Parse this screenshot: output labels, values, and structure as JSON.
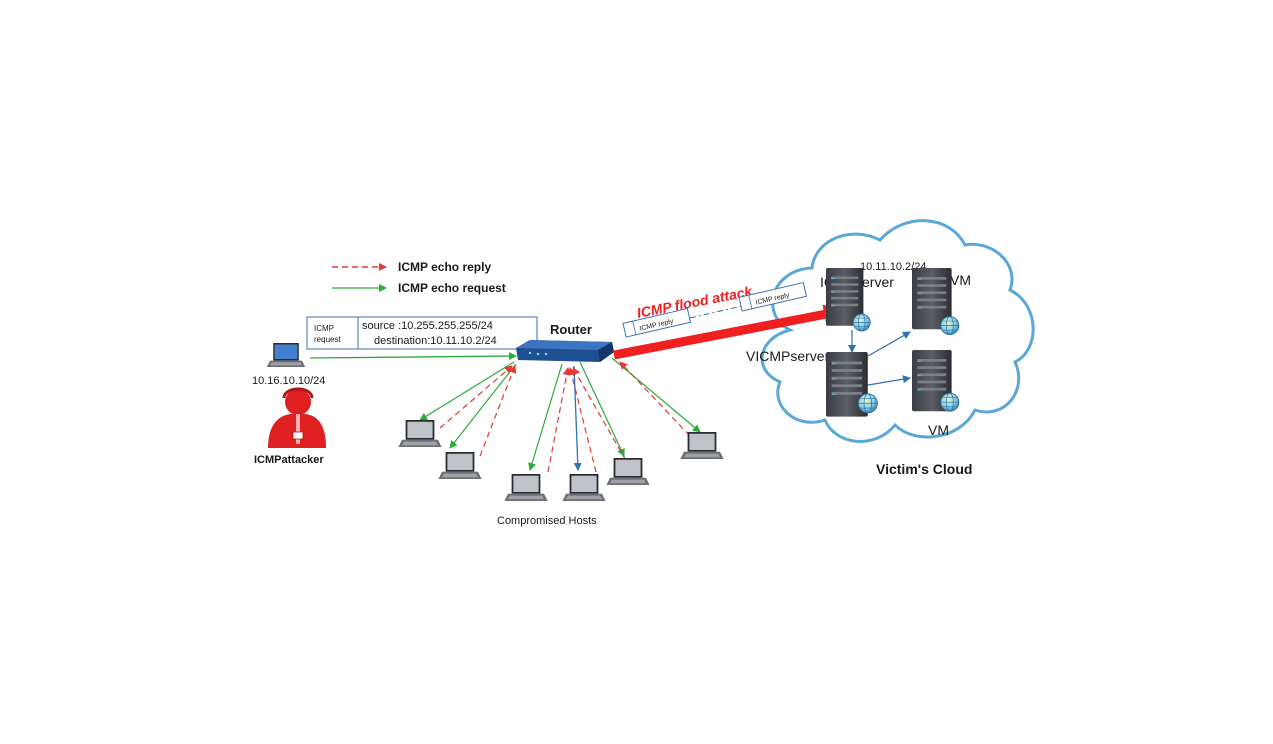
{
  "legend": {
    "reply_label": "ICMP echo reply",
    "request_label": "ICMP echo request"
  },
  "attacker": {
    "ip": "10.16.10.10/24",
    "name": "ICMPattacker"
  },
  "packet_header": {
    "type_line1": "ICMP",
    "type_line2": "request",
    "source": "source :10.255.255.255/24",
    "destination": "destination:10.11.10.2/24"
  },
  "router": {
    "label": "Router"
  },
  "flood": {
    "label": "ICMP flood attack",
    "packet_near": "ICMP reply",
    "packet_far": "ICMP reply"
  },
  "hosts": {
    "label": "Compromised Hosts"
  },
  "cloud": {
    "label": "Victim's Cloud",
    "server_ip": "10.11.10.2/24",
    "server_label": "ICMPserver",
    "vserver_label": "VICMPserver",
    "vm_top_label": "VM",
    "vm_bottom_label": "VM"
  },
  "colors": {
    "reply": "#e53935",
    "request": "#2eaa3a",
    "internal": "#2f6fb5",
    "flood": "#f02020",
    "cloud_outline": "#5aa8d8",
    "router": "#1d4f91",
    "attacker": "#e02020"
  }
}
